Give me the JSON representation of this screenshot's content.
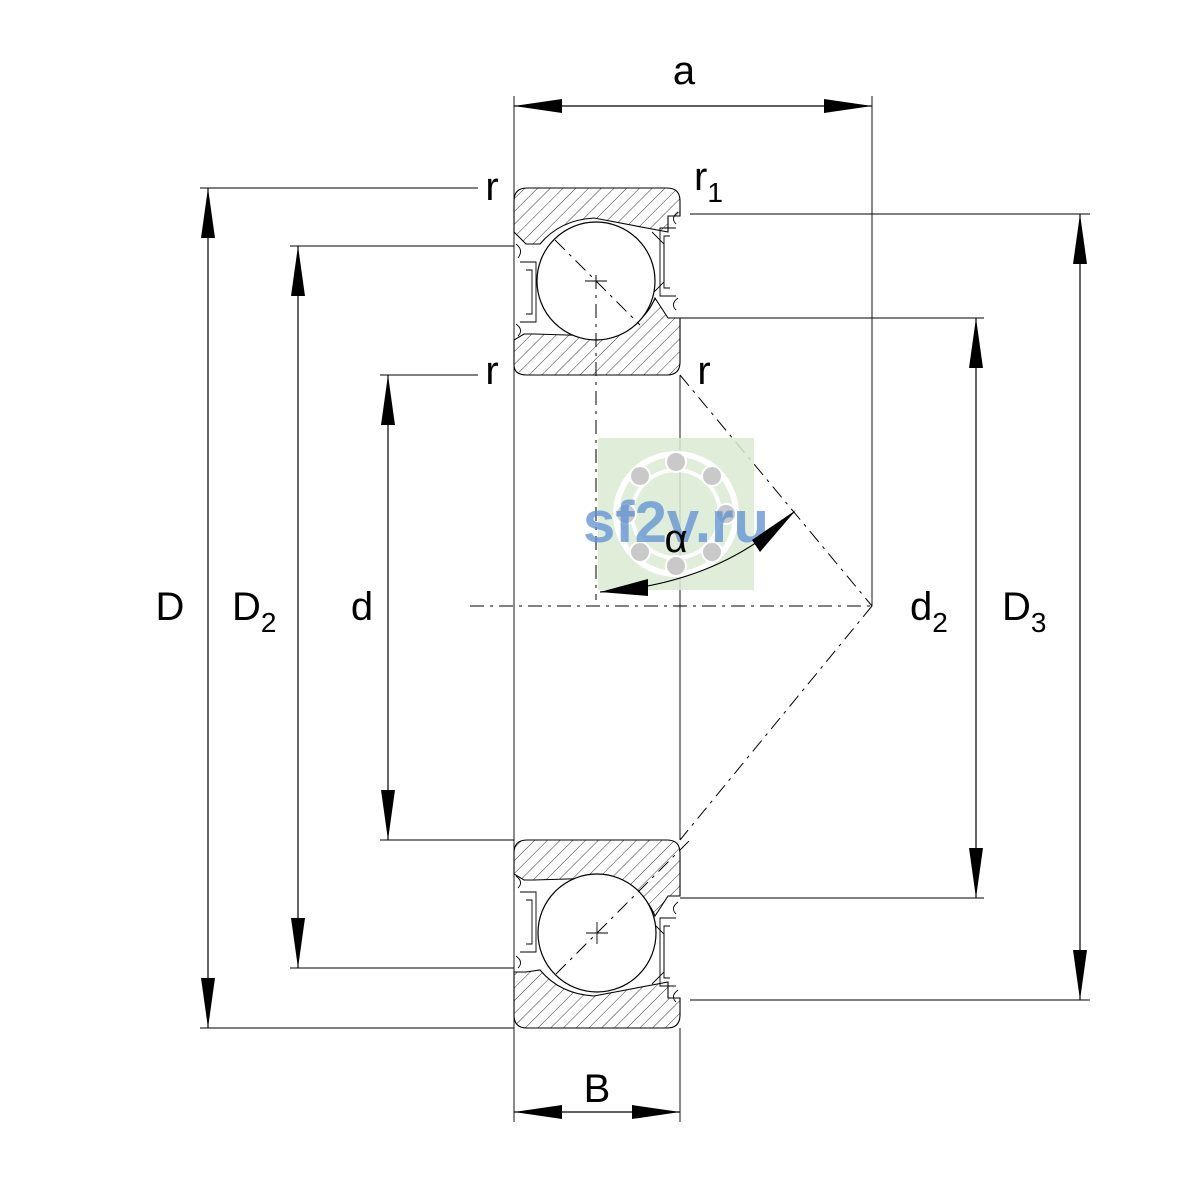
{
  "labels": {
    "a": "a",
    "B": "B",
    "D": "D",
    "D2_main": "D",
    "D2_sub": "2",
    "d": "d",
    "d2_main": "d",
    "d2_sub": "2",
    "D3_main": "D",
    "D3_sub": "3",
    "r_top_left": "r",
    "r1_main": "r",
    "r1_sub": "1",
    "r_mid_left": "r",
    "r_mid_right": "r",
    "alpha": "α"
  },
  "watermark": {
    "text": "sf2v.ru",
    "text_color": "#5b8fd6",
    "badge_color": "#d9ead2"
  }
}
